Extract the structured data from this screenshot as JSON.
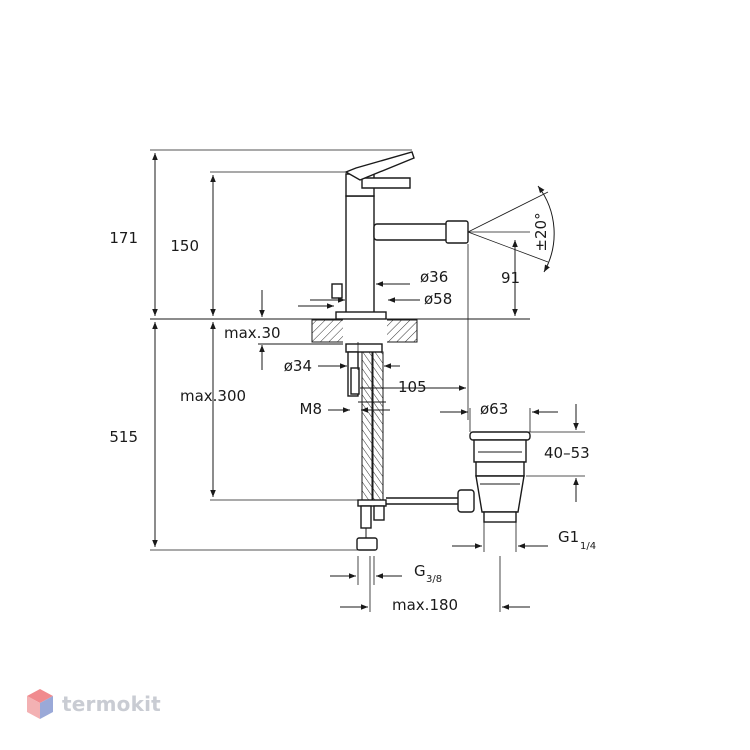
{
  "dimensions": {
    "total_height": "171",
    "spout_height": "150",
    "spout_tilt": "±20°",
    "spout_elevation": "91",
    "body_diameter": "ø36",
    "base_diameter": "ø58",
    "max_deck_thickness": "max.30",
    "hole_diameter": "ø34",
    "reach": "105",
    "max_hose_length": "max.300",
    "depth_total": "515",
    "stud_thread": "M8",
    "waste_diameter": "ø63",
    "waste_range": "40–53",
    "waste_thread_main": "G1",
    "waste_thread_frac": "1/4",
    "supply_thread_main": "G",
    "supply_thread_frac": "3/8",
    "max_pipe_distance": "max.180"
  },
  "brand": {
    "name": "termokit",
    "colors": {
      "logo_top": "#f08a8e",
      "logo_left": "#f3b1b3",
      "logo_right": "#9aa9d8",
      "text": "#c9ccd3"
    }
  }
}
